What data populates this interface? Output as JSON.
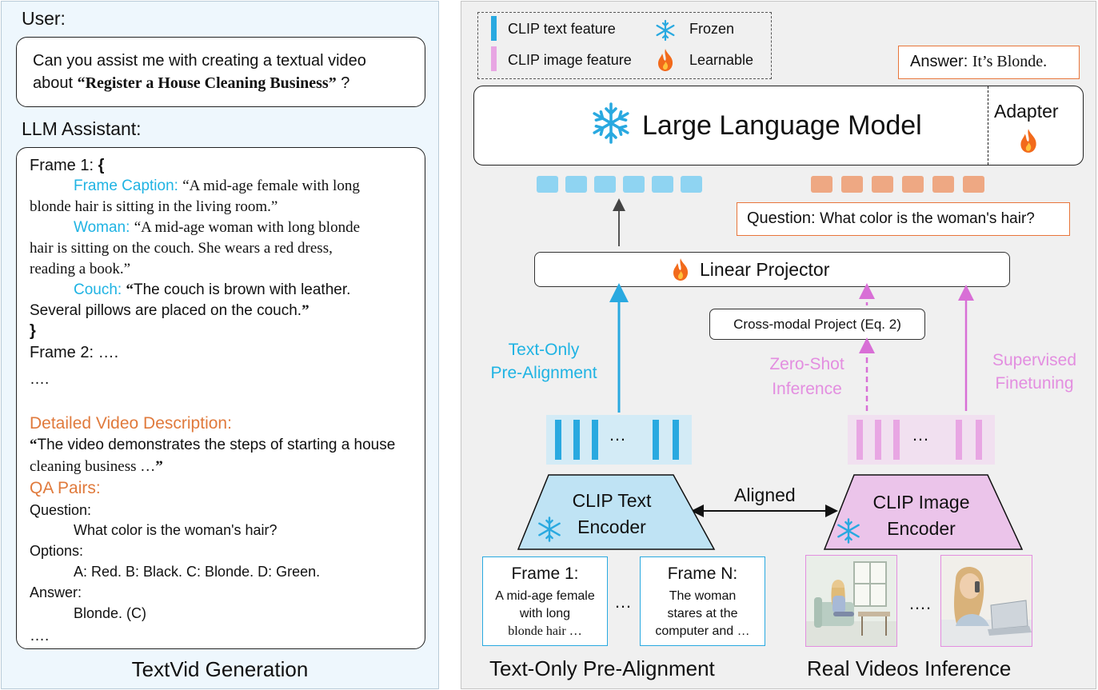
{
  "left": {
    "user_label": "User:",
    "user_msg_line1": "Can you assist me with creating a textual video",
    "user_msg_line2_pre": "about ",
    "user_msg_line2_bold": "“Register a House Cleaning Business”",
    "user_msg_line2_post": " ?",
    "assistant_label": "LLM Assistant:",
    "frame1_open": "Frame 1: ",
    "brace_open": "{",
    "caption_key": "Frame Caption: ",
    "caption_val1": "“A mid-age female with long",
    "caption_val2": "blonde hair is sitting in the living room.”",
    "woman_key": "Woman: ",
    "woman_val1": "“A mid-age woman with long blonde",
    "woman_val2": "hair is sitting on the couch. She wears a red dress,",
    "woman_val3": "reading a book.”",
    "couch_key": "Couch: ",
    "couch_val1_q": "“",
    "couch_val1": "The couch is brown with leather.",
    "couch_val2": "Several pillows are placed on the couch.",
    "couch_val2_q": "”",
    "brace_close": "}",
    "frame2": "Frame 2: ….",
    "ellipsis1": "….",
    "desc_key": "Detailed Video Description:",
    "desc_val1_q": "“",
    "desc_val1": "The video demonstrates the steps of starting a house",
    "desc_val2": "cleaning business …",
    "desc_val2_q": "”",
    "qa_key": "QA Pairs:",
    "question_label": "Question:",
    "question_text": "What color is the woman's hair?",
    "options_label": "Options:",
    "options_text": "A: Red.  B: Black. C: Blonde. D: Green.",
    "answer_label": "Answer:",
    "answer_text": "Blonde. (C)",
    "ellipsis2": "….",
    "footer": "TextVid Generation"
  },
  "right": {
    "legend": {
      "text_feature": "CLIP text feature",
      "image_feature": "CLIP image feature",
      "frozen": "Frozen",
      "learnable": "Learnable"
    },
    "answer_key": "Answer: ",
    "answer_val": "It’s Blonde.",
    "llm": "Large Language Model",
    "adapter": "Adapter",
    "question_key": "Question: ",
    "question_val": "What color is the woman's hair?",
    "projector": "Linear Projector",
    "cross_modal": "Cross-modal Project (Eq. 2)",
    "text_only_1": "Text-Only",
    "text_only_2": "Pre-Alignment",
    "zero_shot_1": "Zero-Shot",
    "zero_shot_2": "Inference",
    "supervised_1": "Supervised",
    "supervised_2": "Finetuning",
    "dots": "…",
    "aligned": "Aligned",
    "text_encoder_1": "CLIP Text",
    "text_encoder_2": "Encoder",
    "image_encoder_1": "CLIP Image",
    "image_encoder_2": "Encoder",
    "frame1_title": "Frame 1:",
    "frame1_l1": "A mid-age female",
    "frame1_l2": "with long",
    "frame1_l3": "blonde hair …",
    "frameN_title": "Frame N:",
    "frameN_l1": "The woman",
    "frameN_l2": "stares at the",
    "frameN_l3": "computer and …",
    "between_frames": "…",
    "between_images": "….",
    "footer_left": "Text-Only Pre-Alignment",
    "footer_right": "Real Videos Inference"
  },
  "colors": {
    "text_feature": "#29a9e0",
    "image_feature": "#e38ee0",
    "orange_accent": "#e8753a",
    "cyan_text": "#1fb3e3"
  }
}
